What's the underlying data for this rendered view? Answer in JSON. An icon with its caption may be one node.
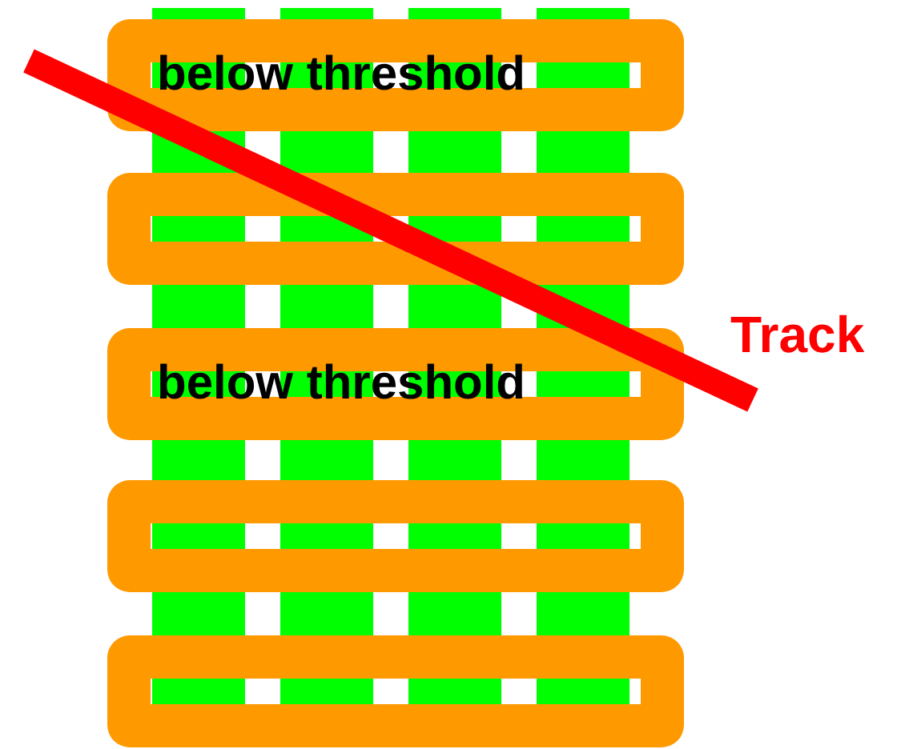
{
  "diagram": {
    "nodes": [
      {
        "text": [
          "below threshold"
        ]
      },
      {
        "text": [],
        "shape": "box"
      },
      {
        "text": [
          "below threshold"
        ]
      },
      {
        "text": [],
        "shape": "box"
      },
      {
        "text": [],
        "shape": "box"
      }
    ],
    "labels": [
      "Track"
    ]
  }
}
